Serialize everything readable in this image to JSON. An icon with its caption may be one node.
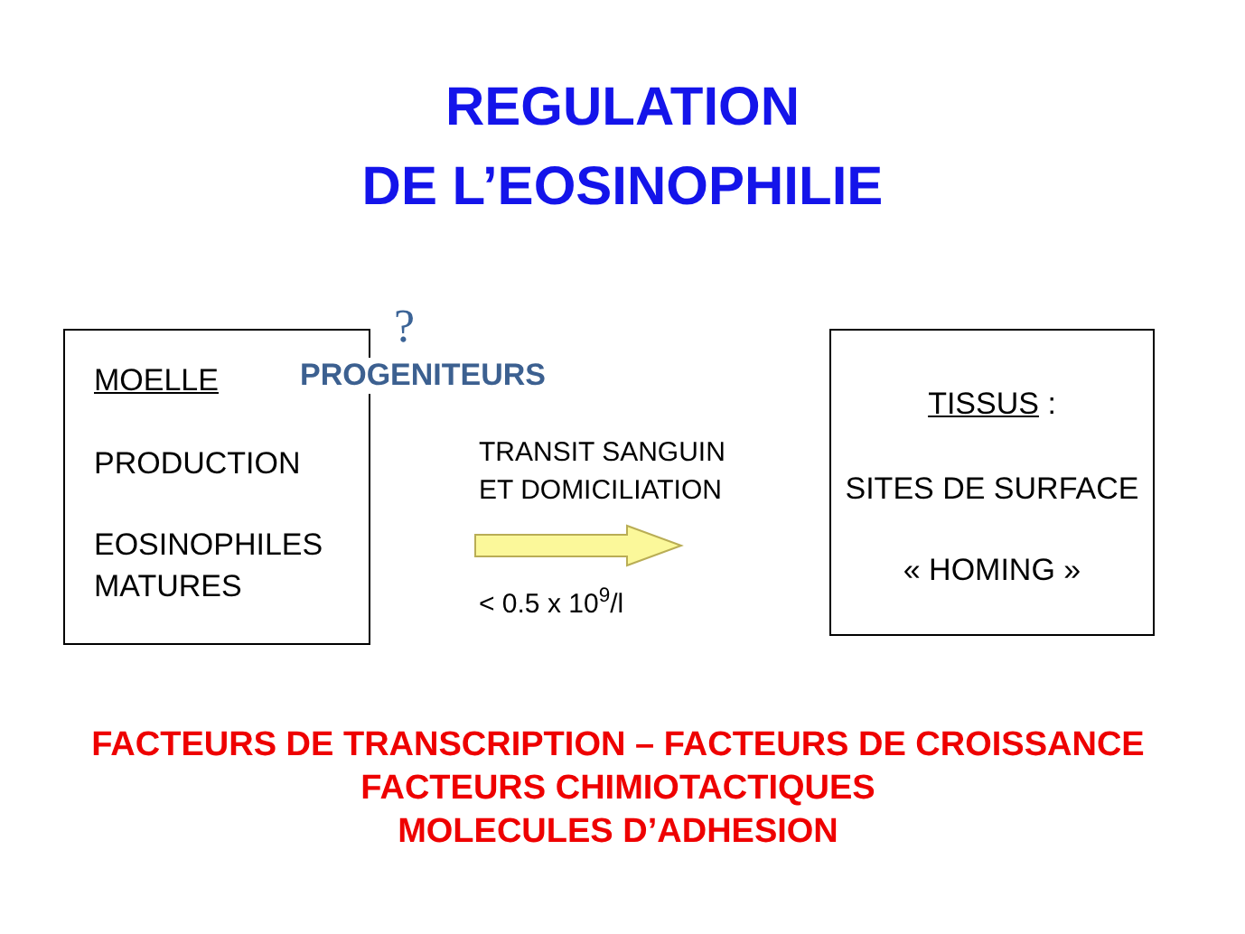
{
  "diagram": {
    "title": "REGULATION DE L’EOSINOPHILIE",
    "nodes": [
      {
        "text": [
          "MOELLE",
          "PRODUCTION",
          "EOSINOPHILES MATURES"
        ]
      },
      {
        "text": [
          "TISSUS :",
          "SITES DE SURFACE",
          "« HOMING »"
        ]
      }
    ],
    "edges": [
      {
        "from": 0,
        "to": 1,
        "arrow": "to",
        "style": "thick"
      }
    ],
    "labels": [
      "?",
      "PROGENITEURS",
      "TRANSIT SANGUIN ET DOMICILIATION",
      "< 0.5 x 10$^{9}$/l",
      "FACTEURS DE TRANSCRIPTION – FACTEURS DE CROISSANCE",
      "FACTEURS CHIMIOTACTIQUES",
      "MOLECULES D’ADHESION"
    ]
  }
}
